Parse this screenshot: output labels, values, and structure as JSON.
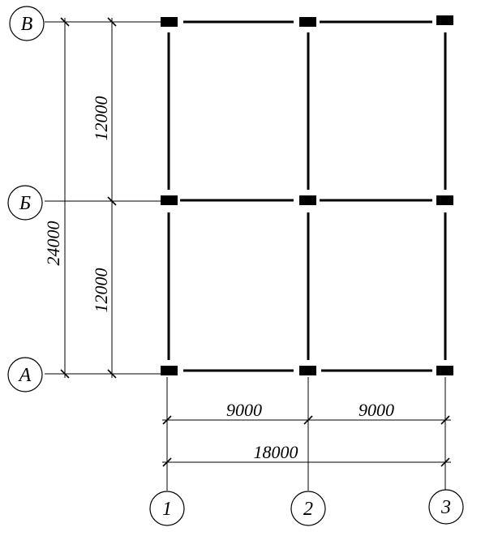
{
  "drawing": {
    "axes_letters": [
      {
        "id": "axis-v",
        "label": "В"
      },
      {
        "id": "axis-b",
        "label": "Б"
      },
      {
        "id": "axis-a",
        "label": "А"
      }
    ],
    "axes_numbers": [
      {
        "id": "axis-1",
        "label": "1"
      },
      {
        "id": "axis-2",
        "label": "2"
      },
      {
        "id": "axis-3",
        "label": "3"
      }
    ],
    "dimensions": {
      "vertical_total": "24000",
      "vertical_upper": "12000",
      "vertical_lower": "12000",
      "horizontal_left": "9000",
      "horizontal_right": "9000",
      "horizontal_total": "18000"
    }
  }
}
